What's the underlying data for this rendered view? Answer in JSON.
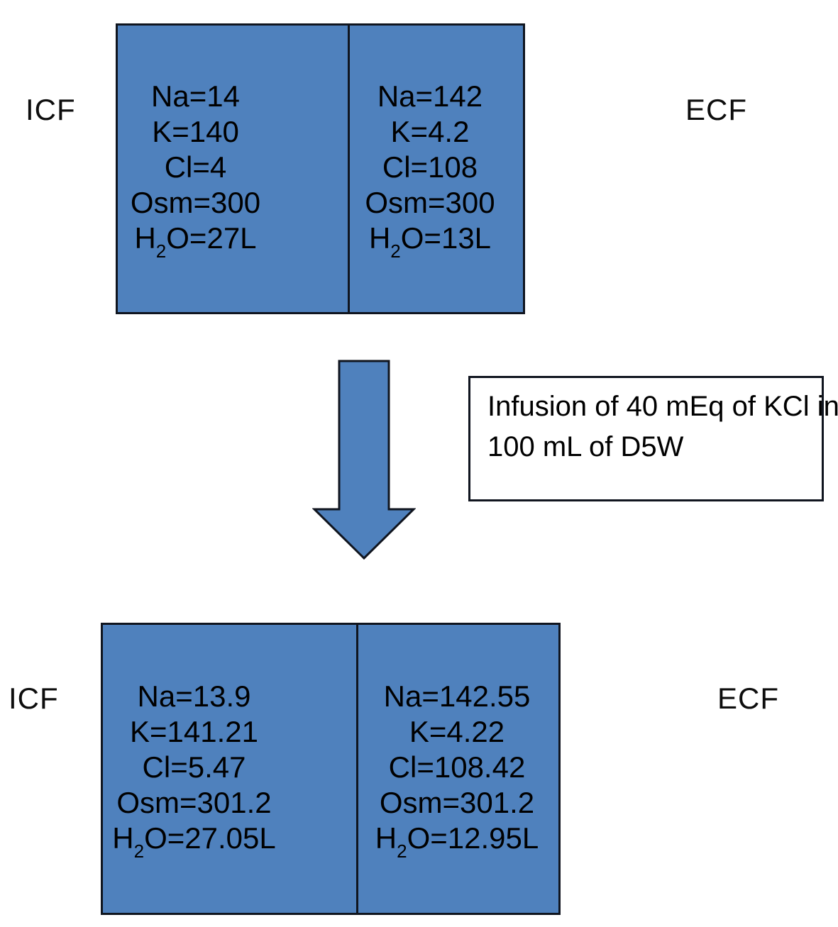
{
  "colors": {
    "compartment_fill": "#4f81bd",
    "outline": "#10151f",
    "text": "#000000",
    "background": "#ffffff"
  },
  "top_box": {
    "left_label": "ICF",
    "right_label": "ECF",
    "left": {
      "lines": [
        "Na=14",
        "K=140",
        "Cl=4",
        "Osm=300"
      ],
      "h2o": {
        "pre": "H",
        "sub": "2",
        "post": "O=27L"
      }
    },
    "right": {
      "lines": [
        "Na=142",
        "K=4.2",
        "Cl=108",
        "Osm=300"
      ],
      "h2o": {
        "pre": "H",
        "sub": "2",
        "post": "O=13L"
      }
    }
  },
  "infusion_note": {
    "line1": "Infusion of 40 mEq of KCl in",
    "line2": "100 mL of D5W"
  },
  "bottom_box": {
    "left_label": "ICF",
    "right_label": "ECF",
    "left": {
      "lines": [
        "Na=13.9",
        "K=141.21",
        "Cl=5.47",
        "Osm=301.2"
      ],
      "h2o": {
        "pre": "H",
        "sub": "2",
        "post": "O=27.05L"
      }
    },
    "right": {
      "lines": [
        "Na=142.55",
        "K=4.22",
        "Cl=108.42",
        "Osm=301.2"
      ],
      "h2o": {
        "pre": "H",
        "sub": "2",
        "post": "O=12.95L"
      }
    }
  }
}
